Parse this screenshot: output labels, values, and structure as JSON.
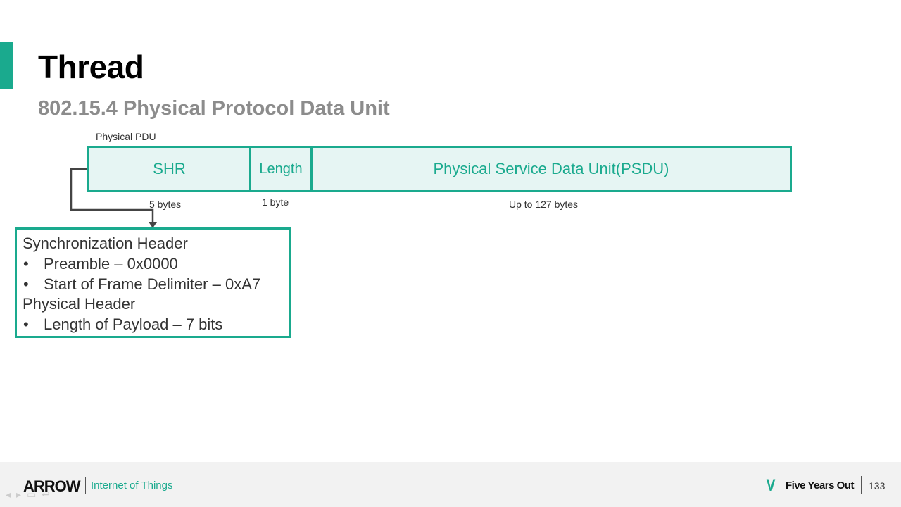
{
  "slide": {
    "title": "Thread",
    "subtitle": "802.15.4 Physical Protocol Data Unit"
  },
  "diagram": {
    "frame_label": "Physical PDU",
    "fields": [
      {
        "label": "SHR",
        "size": "5 bytes"
      },
      {
        "label": "Length",
        "size": "1 byte"
      },
      {
        "label": "Physical Service Data Unit(PSDU)",
        "size": "Up to 127 bytes"
      }
    ],
    "detail": {
      "lines": [
        {
          "text": "Synchronization Header",
          "bullet": false
        },
        {
          "text": "Preamble – 0x0000",
          "bullet": true
        },
        {
          "text": "Start of Frame Delimiter – 0xA7",
          "bullet": true
        },
        {
          "text": "Physical Header",
          "bullet": false
        },
        {
          "text": "Length of Payload – 7 bits",
          "bullet": true
        }
      ]
    }
  },
  "footer": {
    "brand": "ARROW",
    "tagline": "Internet of Things",
    "slogan_mark": "V",
    "slogan": "Five Years Out",
    "page_number": "133"
  },
  "colors": {
    "accent": "#1aaa8e",
    "field_fill": "#e6f5f3",
    "subtitle": "#8c8c8c"
  },
  "icons": [
    "arrow-left-icon",
    "arrow-right-icon",
    "menu-icon",
    "return-icon"
  ]
}
